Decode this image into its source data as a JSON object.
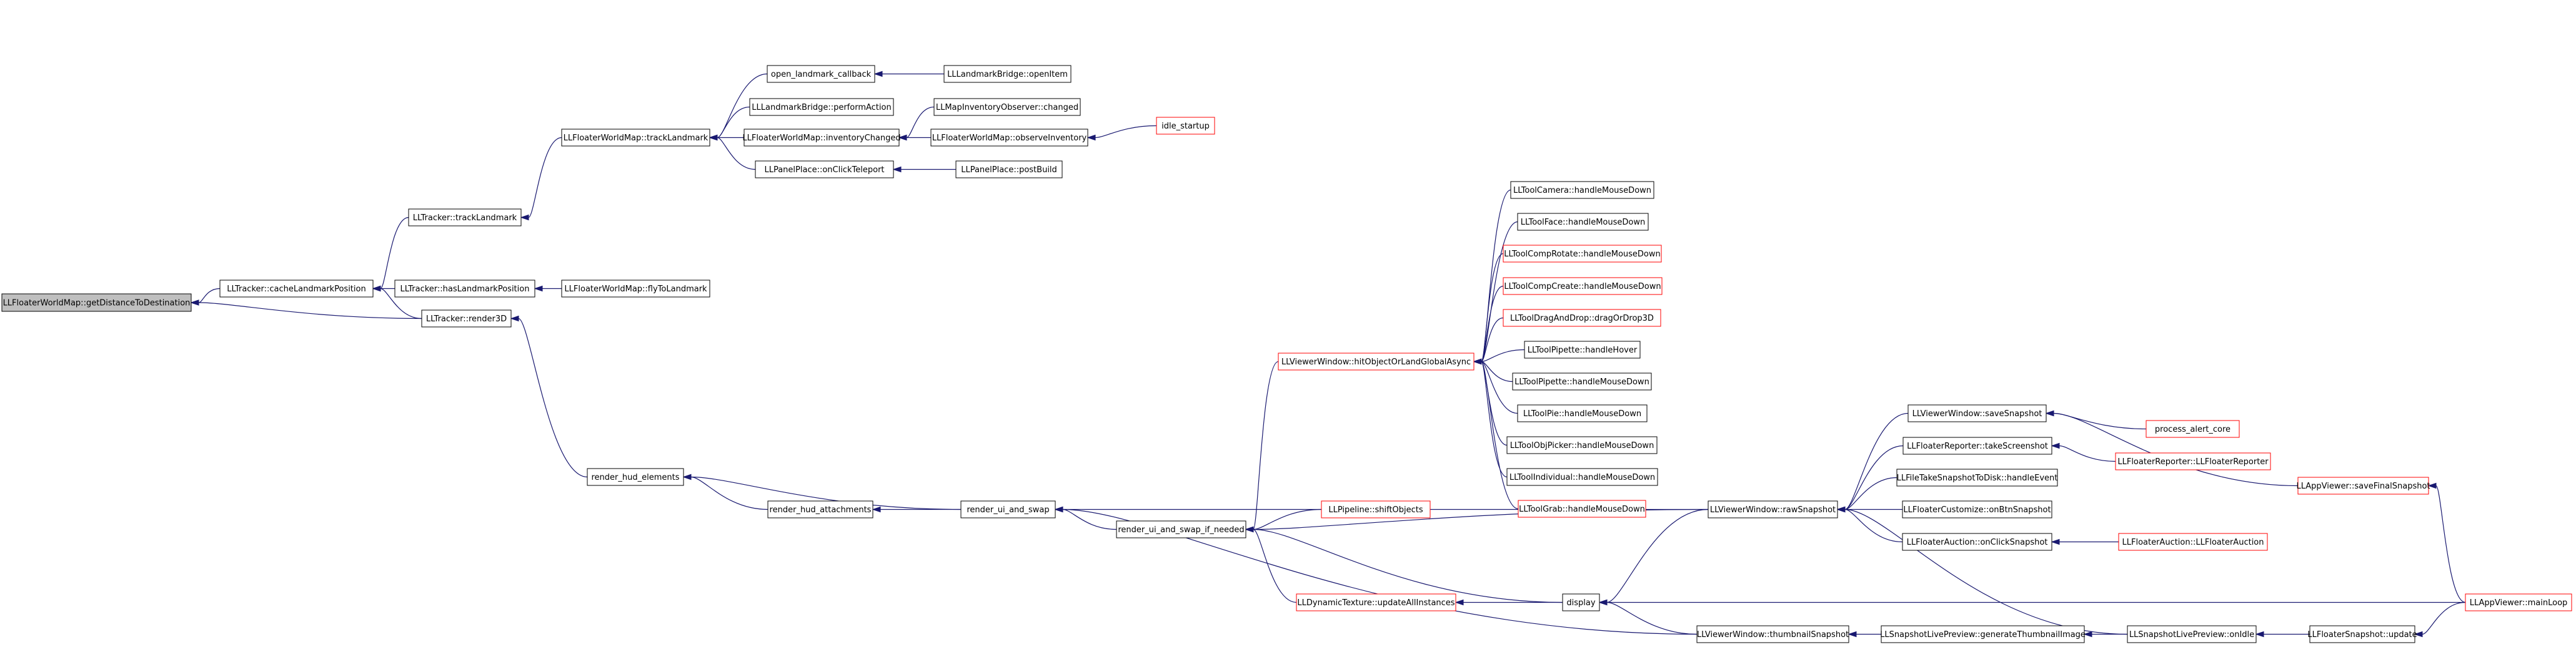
{
  "colors": {
    "edge": "#191970",
    "box_border": "#000000",
    "truncated_border": "#ff0000",
    "root_fill": "#bfbfbf"
  },
  "nodes": [
    {
      "id": "n0",
      "label": "LLFloaterWorldMap::getDistanceToDestination",
      "kind": "root"
    },
    {
      "id": "n1",
      "label": "LLTracker::cacheLandmarkPosition",
      "kind": "normal"
    },
    {
      "id": "n2",
      "label": "LLTracker::trackLandmark",
      "kind": "normal"
    },
    {
      "id": "n3",
      "label": "LLFloaterWorldMap::trackLandmark",
      "kind": "normal"
    },
    {
      "id": "n4",
      "label": "open_landmark_callback",
      "kind": "normal"
    },
    {
      "id": "n5",
      "label": "LLLandmarkBridge::openItem",
      "kind": "normal"
    },
    {
      "id": "n6",
      "label": "LLLandmarkBridge::performAction",
      "kind": "normal"
    },
    {
      "id": "n7",
      "label": "LLFloaterWorldMap::inventoryChanged",
      "kind": "normal"
    },
    {
      "id": "n8",
      "label": "LLMapInventoryObserver::changed",
      "kind": "normal"
    },
    {
      "id": "n9",
      "label": "LLFloaterWorldMap::observeInventory",
      "kind": "normal"
    },
    {
      "id": "n10",
      "label": "idle_startup",
      "kind": "red"
    },
    {
      "id": "n11",
      "label": "LLPanelPlace::onClickTeleport",
      "kind": "normal"
    },
    {
      "id": "n12",
      "label": "LLPanelPlace::postBuild",
      "kind": "normal"
    },
    {
      "id": "n13",
      "label": "LLTracker::hasLandmarkPosition",
      "kind": "normal"
    },
    {
      "id": "n14",
      "label": "LLFloaterWorldMap::flyToLandmark",
      "kind": "normal"
    },
    {
      "id": "n15",
      "label": "LLTracker::render3D",
      "kind": "normal"
    },
    {
      "id": "n16",
      "label": "render_hud_elements",
      "kind": "normal"
    },
    {
      "id": "n17",
      "label": "render_hud_attachments",
      "kind": "normal"
    },
    {
      "id": "n18",
      "label": "render_ui_and_swap",
      "kind": "normal"
    },
    {
      "id": "n19",
      "label": "render_ui_and_swap_if_needed",
      "kind": "normal"
    },
    {
      "id": "n20",
      "label": "LLViewerWindow::hitObjectOrLandGlobalAsync",
      "kind": "red"
    },
    {
      "id": "n21",
      "label": "LLToolCamera::handleMouseDown",
      "kind": "normal"
    },
    {
      "id": "n22",
      "label": "LLToolFace::handleMouseDown",
      "kind": "normal"
    },
    {
      "id": "n23",
      "label": "LLToolCompRotate::handleMouseDown",
      "kind": "red"
    },
    {
      "id": "n24",
      "label": "LLToolCompCreate::handleMouseDown",
      "kind": "red"
    },
    {
      "id": "n25",
      "label": "LLToolDragAndDrop::dragOrDrop3D",
      "kind": "red"
    },
    {
      "id": "n26",
      "label": "LLToolPipette::handleHover",
      "kind": "normal"
    },
    {
      "id": "n27",
      "label": "LLToolPipette::handleMouseDown",
      "kind": "normal"
    },
    {
      "id": "n28",
      "label": "LLToolPie::handleMouseDown",
      "kind": "normal"
    },
    {
      "id": "n29",
      "label": "LLToolObjPicker::handleMouseDown",
      "kind": "normal"
    },
    {
      "id": "n30",
      "label": "LLToolIndividual::handleMouseDown",
      "kind": "normal"
    },
    {
      "id": "n31",
      "label": "LLToolGrab::handleMouseDown",
      "kind": "red"
    },
    {
      "id": "n32",
      "label": "LLPipeline::shiftObjects",
      "kind": "red"
    },
    {
      "id": "n33",
      "label": "LLDynamicTexture::updateAllInstances",
      "kind": "red"
    },
    {
      "id": "n34",
      "label": "display",
      "kind": "normal"
    },
    {
      "id": "n35",
      "label": "LLViewerWindow::rawSnapshot",
      "kind": "normal"
    },
    {
      "id": "n36",
      "label": "LLViewerWindow::saveSnapshot",
      "kind": "normal"
    },
    {
      "id": "n37",
      "label": "process_alert_core",
      "kind": "red"
    },
    {
      "id": "n38",
      "label": "LLFloaterReporter::takeScreenshot",
      "kind": "normal"
    },
    {
      "id": "n39",
      "label": "LLFloaterReporter::LLFloaterReporter",
      "kind": "red"
    },
    {
      "id": "n40",
      "label": "LLFileTakeSnapshotToDisk::handleEvent",
      "kind": "normal"
    },
    {
      "id": "n41",
      "label": "LLFloaterCustomize::onBtnSnapshot",
      "kind": "normal"
    },
    {
      "id": "n42",
      "label": "LLFloaterAuction::onClickSnapshot",
      "kind": "normal"
    },
    {
      "id": "n43",
      "label": "LLFloaterAuction::LLFloaterAuction",
      "kind": "red"
    },
    {
      "id": "n44",
      "label": "LLAppViewer::saveFinalSnapshot",
      "kind": "red"
    },
    {
      "id": "n45",
      "label": "LLAppViewer::mainLoop",
      "kind": "red"
    },
    {
      "id": "n46",
      "label": "LLViewerWindow::thumbnailSnapshot",
      "kind": "normal"
    },
    {
      "id": "n47",
      "label": "LLSnapshotLivePreview::generateThumbnailImage",
      "kind": "normal"
    },
    {
      "id": "n48",
      "label": "LLSnapshotLivePreview::onIdle",
      "kind": "normal"
    },
    {
      "id": "n49",
      "label": "LLFloaterSnapshot::update",
      "kind": "normal"
    }
  ],
  "edges": [
    {
      "from": "n1",
      "to": "n0"
    },
    {
      "from": "n15",
      "to": "n0"
    },
    {
      "from": "n2",
      "to": "n1"
    },
    {
      "from": "n13",
      "to": "n1"
    },
    {
      "from": "n15",
      "to": "n1"
    },
    {
      "from": "n3",
      "to": "n2"
    },
    {
      "from": "n4",
      "to": "n3"
    },
    {
      "from": "n6",
      "to": "n3"
    },
    {
      "from": "n7",
      "to": "n3"
    },
    {
      "from": "n11",
      "to": "n3"
    },
    {
      "from": "n5",
      "to": "n4"
    },
    {
      "from": "n8",
      "to": "n7"
    },
    {
      "from": "n9",
      "to": "n7"
    },
    {
      "from": "n10",
      "to": "n9"
    },
    {
      "from": "n12",
      "to": "n11"
    },
    {
      "from": "n14",
      "to": "n13"
    },
    {
      "from": "n16",
      "to": "n15"
    },
    {
      "from": "n17",
      "to": "n16"
    },
    {
      "from": "n18",
      "to": "n16"
    },
    {
      "from": "n18",
      "to": "n17"
    },
    {
      "from": "n19",
      "to": "n18"
    },
    {
      "from": "n35",
      "to": "n18"
    },
    {
      "from": "n46",
      "to": "n18"
    },
    {
      "from": "n20",
      "to": "n19"
    },
    {
      "from": "n32",
      "to": "n19"
    },
    {
      "from": "n33",
      "to": "n19"
    },
    {
      "from": "n34",
      "to": "n19"
    },
    {
      "from": "n35",
      "to": "n19"
    },
    {
      "from": "n21",
      "to": "n20"
    },
    {
      "from": "n22",
      "to": "n20"
    },
    {
      "from": "n23",
      "to": "n20"
    },
    {
      "from": "n24",
      "to": "n20"
    },
    {
      "from": "n25",
      "to": "n20"
    },
    {
      "from": "n26",
      "to": "n20"
    },
    {
      "from": "n27",
      "to": "n20"
    },
    {
      "from": "n28",
      "to": "n20"
    },
    {
      "from": "n29",
      "to": "n20"
    },
    {
      "from": "n30",
      "to": "n20"
    },
    {
      "from": "n31",
      "to": "n20"
    },
    {
      "from": "n34",
      "to": "n33"
    },
    {
      "from": "n45",
      "to": "n34"
    },
    {
      "from": "n35",
      "to": "n34"
    },
    {
      "from": "n46",
      "to": "n34"
    },
    {
      "from": "n36",
      "to": "n35"
    },
    {
      "from": "n38",
      "to": "n35"
    },
    {
      "from": "n40",
      "to": "n35"
    },
    {
      "from": "n41",
      "to": "n35"
    },
    {
      "from": "n42",
      "to": "n35"
    },
    {
      "from": "n48",
      "to": "n35"
    },
    {
      "from": "n37",
      "to": "n36"
    },
    {
      "from": "n44",
      "to": "n36"
    },
    {
      "from": "n39",
      "to": "n38"
    },
    {
      "from": "n43",
      "to": "n42"
    },
    {
      "from": "n45",
      "to": "n44"
    },
    {
      "from": "n47",
      "to": "n46"
    },
    {
      "from": "n48",
      "to": "n47"
    },
    {
      "from": "n49",
      "to": "n48"
    },
    {
      "from": "n45",
      "to": "n49"
    }
  ]
}
